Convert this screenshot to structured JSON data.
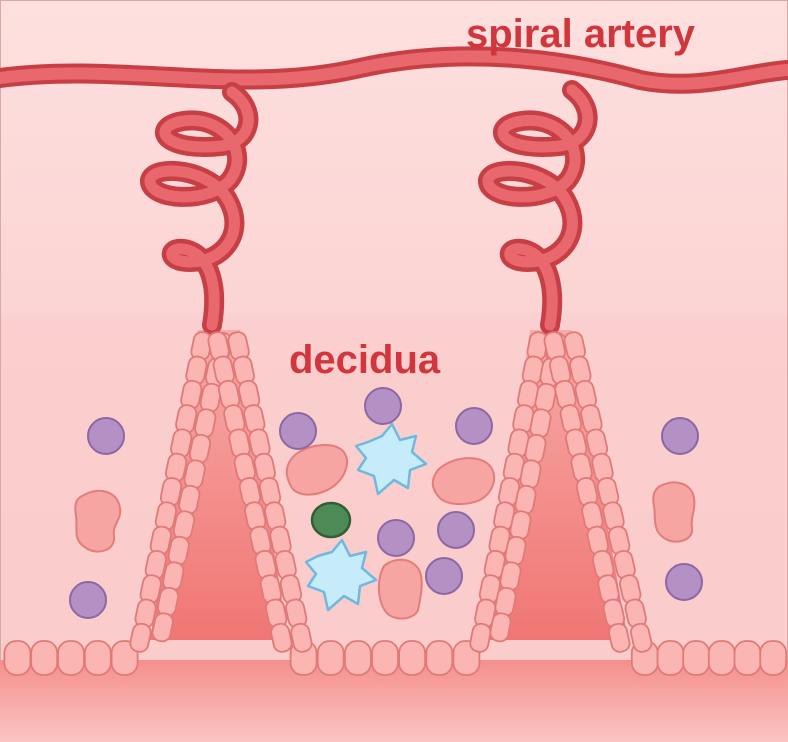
{
  "labels": {
    "spiral_artery": "spiral artery",
    "decidua": "decidua"
  },
  "colors": {
    "label_text": "#d2363c",
    "artery_fill": "#e35f64",
    "artery_stroke": "#c73f45",
    "background_upper": "#fbd3d2",
    "background_lower": "#f9c9c8",
    "epithelial_cell_fill": "#fbb6b3",
    "epithelial_cell_stroke": "#e07a78",
    "villus_fill": "#f47f7b",
    "uterine_nk_cell": "#b491c4",
    "stromal_cell": "#f6a5a3",
    "macrophage": "#c6ecf9",
    "dendritic_cell": "#4e8a55"
  },
  "components": [
    "spiral artery",
    "coiled arteries",
    "decidua",
    "epithelial cells",
    "immune cells",
    "stromal cells",
    "macrophages",
    "dendritic cell"
  ]
}
